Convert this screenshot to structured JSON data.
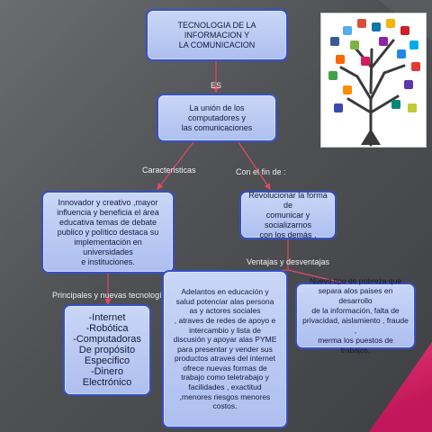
{
  "title_box": "TECNOLOGIA DE LA INFORMACION Y\nLA COMUNICACION",
  "es_label": "ES",
  "definition_box": "La unión de los computadores y\nlas comunicaciones",
  "caracteristicas_label": "Caracteristicas",
  "fin_label": "Con el fin de :",
  "characteristics_box": "Innovador y creativo ,mayor\ninfluencia y beneficia el área\neducativa temas de  debate\npublico y político destaca su\nimplementación en universidades\ne instituciones.",
  "purpose_box": "Revolucionar la forma de\ncomunicar y socializarnos\ncon los demás .",
  "ventajas_label": "Ventajas y desventajas",
  "principales_label": "Principales y nuevas tecnologías.",
  "technologies_box": "-Internet\n-Robótica\n-Computadoras\nDe propósito\nEspecifico\n-Dinero\nElectrónico",
  "advantages_box": "Adelantos en educación y\nsalud potenciar alas persona\nas y actores sociales\n, atraves de redes de apoyo e\nintercambio y lista de\ndiscusión y apoyar alas PYME\npara presentar y vender sus\nproductos atraves del internet\nofrece nuevas formas de\ntrabajo como teletrabajo y\nfacilidades , exactitud\n,menores riesgos menores\ncostos.",
  "disadvantages_box": "Nuevo tipo de pobreza que\nsepara alos paises en desarrollo\nde la información, falta de\nprivacidad, aislamiento , fraude ,\nmerma los puestos de trabajos.",
  "colors": {
    "box_fill": "#b7c7f2",
    "box_border": "#3550c9",
    "connector": "#e04a6a",
    "accent_pink": "#c2185b"
  },
  "image_icons": [
    "tree-icon",
    "social-media-icons"
  ]
}
